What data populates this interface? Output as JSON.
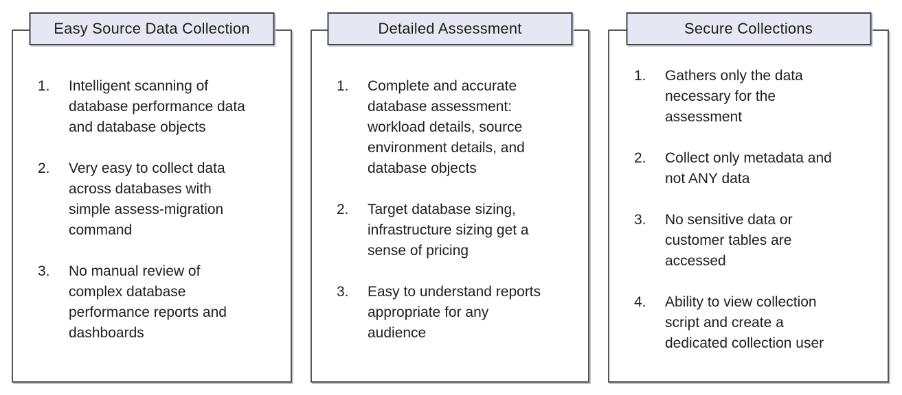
{
  "page": {
    "background": "#ffffff",
    "text_color": "#1e1e1e"
  },
  "colors": {
    "card_border": "#55555a",
    "card_shadow": "#c3c3c8",
    "title_box_background": "#e7e7f3",
    "title_box_border": "#3f4152",
    "title_box_shadow": "#c6c6d0"
  },
  "cards": [
    {
      "title": "Easy Source Data Collection",
      "items": [
        {
          "number": "1.",
          "text": "Intelligent scanning of\ndatabase performance data\nand database objects"
        },
        {
          "number": "2.",
          "text": "Very easy to collect data\nacross databases with\nsimple assess-migration\ncommand"
        },
        {
          "number": "3.",
          "text": "No manual review of\ncomplex database\nperformance reports and\ndashboards"
        }
      ]
    },
    {
      "title": "Detailed Assessment",
      "items": [
        {
          "number": "1.",
          "text": "Complete and accurate\ndatabase assessment:\nworkload details, source\nenvironment details, and\ndatabase objects"
        },
        {
          "number": "2.",
          "text": "Target database sizing,\ninfrastructure sizing get a\nsense of pricing"
        },
        {
          "number": "3.",
          "text": "Easy to understand reports\nappropriate for any\naudience"
        }
      ]
    },
    {
      "title": "Secure Collections",
      "items": [
        {
          "number": "1.",
          "text": "Gathers only the data\nnecessary for the\nassessment"
        },
        {
          "number": "2.",
          "text": "Collect only metadata and\nnot ANY data"
        },
        {
          "number": "3.",
          "text": "No sensitive data or\ncustomer tables are\naccessed"
        },
        {
          "number": "4.",
          "text": "Ability to view collection\nscript and create a\ndedicated collection user"
        }
      ]
    }
  ]
}
